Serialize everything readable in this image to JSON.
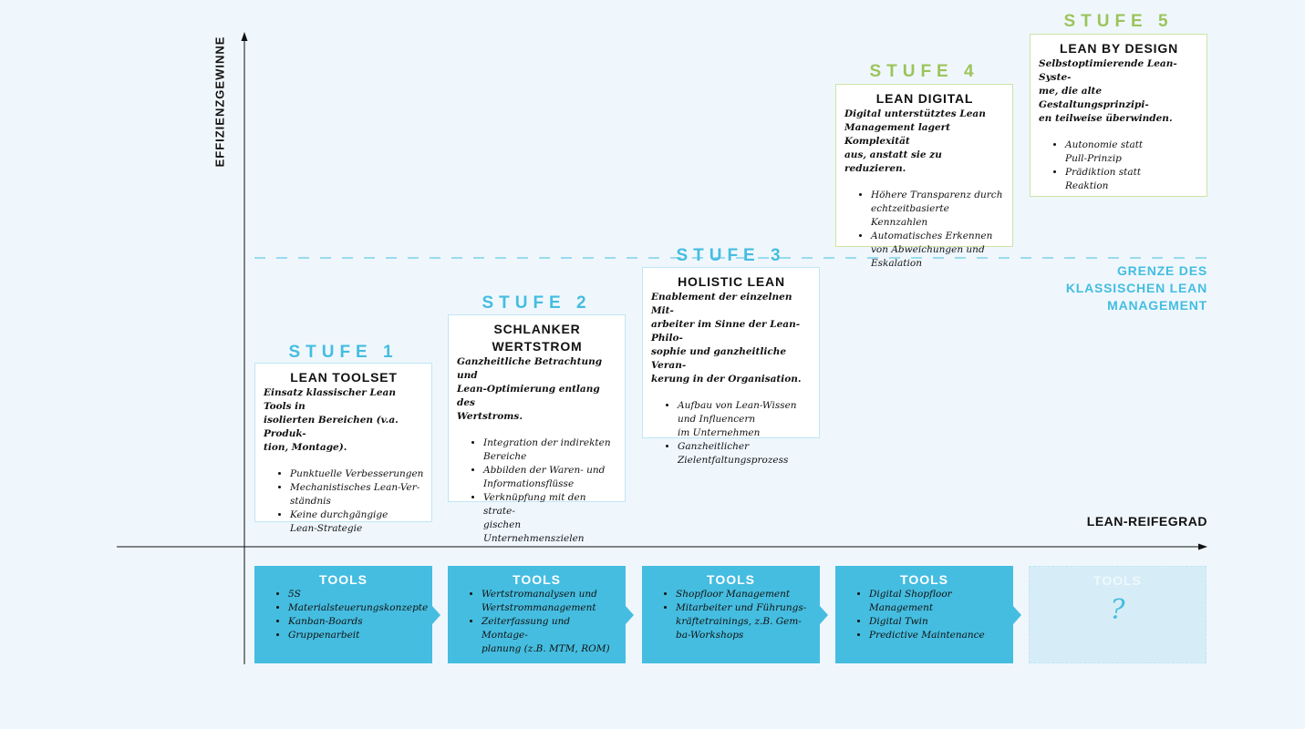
{
  "axes": {
    "y_label": "EFFIZIENZGEWINNE",
    "x_label": "LEAN-REIFEGRAD"
  },
  "boundary": {
    "lines": [
      "GRENZE DES",
      "KLASSISCHEN LEAN",
      "MANAGEMENT"
    ],
    "color": "#45bde0"
  },
  "colors": {
    "blue": "#45bde0",
    "green": "#9cc45a",
    "background": "#eff7fd"
  },
  "stages": [
    {
      "stufe": "STUFE 1",
      "title_lines": [
        "LEAN TOOLSET"
      ],
      "desc_lines": [
        "Einsatz klassischer Lean Tools in",
        "isolierten Bereichen (v.a. Produk-",
        "tion, Montage)."
      ],
      "bullets": [
        [
          "Punktuelle Verbesserungen"
        ],
        [
          "Mechanistisches Lean-Ver-",
          "ständnis"
        ],
        [
          "Keine durchgängige",
          "Lean-Strategie"
        ]
      ]
    },
    {
      "stufe": "STUFE 2",
      "title_lines": [
        "SCHLANKER",
        "WERTSTROM"
      ],
      "desc_lines": [
        "Ganzheitliche Betrachtung und",
        "Lean-Optimierung entlang des",
        "Wertstroms."
      ],
      "bullets": [
        [
          "Integration der indirekten",
          "Bereiche"
        ],
        [
          "Abbilden der Waren- und",
          "Informationsflüsse"
        ],
        [
          "Verknüpfung mit den strate-",
          "gischen Unternehmenszielen"
        ]
      ]
    },
    {
      "stufe": "STUFE 3",
      "title_lines": [
        "HOLISTIC LEAN"
      ],
      "desc_lines": [
        "Enablement der einzelnen Mit-",
        "arbeiter im Sinne der Lean-Philo-",
        "sophie und ganzheitliche Veran-",
        "kerung in der Organisation."
      ],
      "bullets": [
        [
          "Aufbau von Lean-Wissen",
          "und Influencern",
          "im Unternehmen"
        ],
        [
          "Ganzheitlicher",
          "Zielentfaltungsprozess"
        ]
      ]
    },
    {
      "stufe": "STUFE 4",
      "title_lines": [
        "LEAN DIGITAL"
      ],
      "desc_lines": [
        "Digital unterstütztes Lean",
        "Management lagert Komplexität",
        "aus, anstatt sie zu reduzieren."
      ],
      "bullets": [
        [
          "Höhere Transparenz durch",
          "echtzeitbasierte Kennzahlen"
        ],
        [
          "Automatisches Erkennen",
          "von Abweichungen und",
          "Eskalation"
        ]
      ]
    },
    {
      "stufe": "STUFE 5",
      "title_lines": [
        "LEAN BY DESIGN"
      ],
      "desc_lines": [
        "Selbstoptimierende Lean-Syste-",
        "me, die alte Gestaltungsprinzipi-",
        "en teilweise überwinden."
      ],
      "bullets": [
        [
          "Autonomie statt",
          "Pull-Prinzip"
        ],
        [
          "Prädiktion statt",
          "Reaktion"
        ]
      ]
    }
  ],
  "tools": [
    {
      "title": "TOOLS",
      "items": [
        [
          "5S"
        ],
        [
          "Materialsteuerungskonzepte"
        ],
        [
          "Kanban-Boards"
        ],
        [
          "Gruppenarbeit"
        ]
      ]
    },
    {
      "title": "TOOLS",
      "items": [
        [
          "Wertstromanalysen und",
          "Wertstrommanagement"
        ],
        [
          "Zeiterfassung und Montage-",
          "planung (z.B. MTM, ROM)"
        ]
      ]
    },
    {
      "title": "TOOLS",
      "items": [
        [
          "Shopfloor Management"
        ],
        [
          "Mitarbeiter und Führungs-",
          "kräftetrainings, z.B. Gem-",
          "ba-Workshops"
        ]
      ]
    },
    {
      "title": "TOOLS",
      "items": [
        [
          "Digital Shopfloor",
          "Management"
        ],
        [
          "Digital Twin"
        ],
        [
          "Predictive Maintenance"
        ]
      ]
    },
    {
      "title": "TOOLS",
      "placeholder": "?"
    }
  ]
}
